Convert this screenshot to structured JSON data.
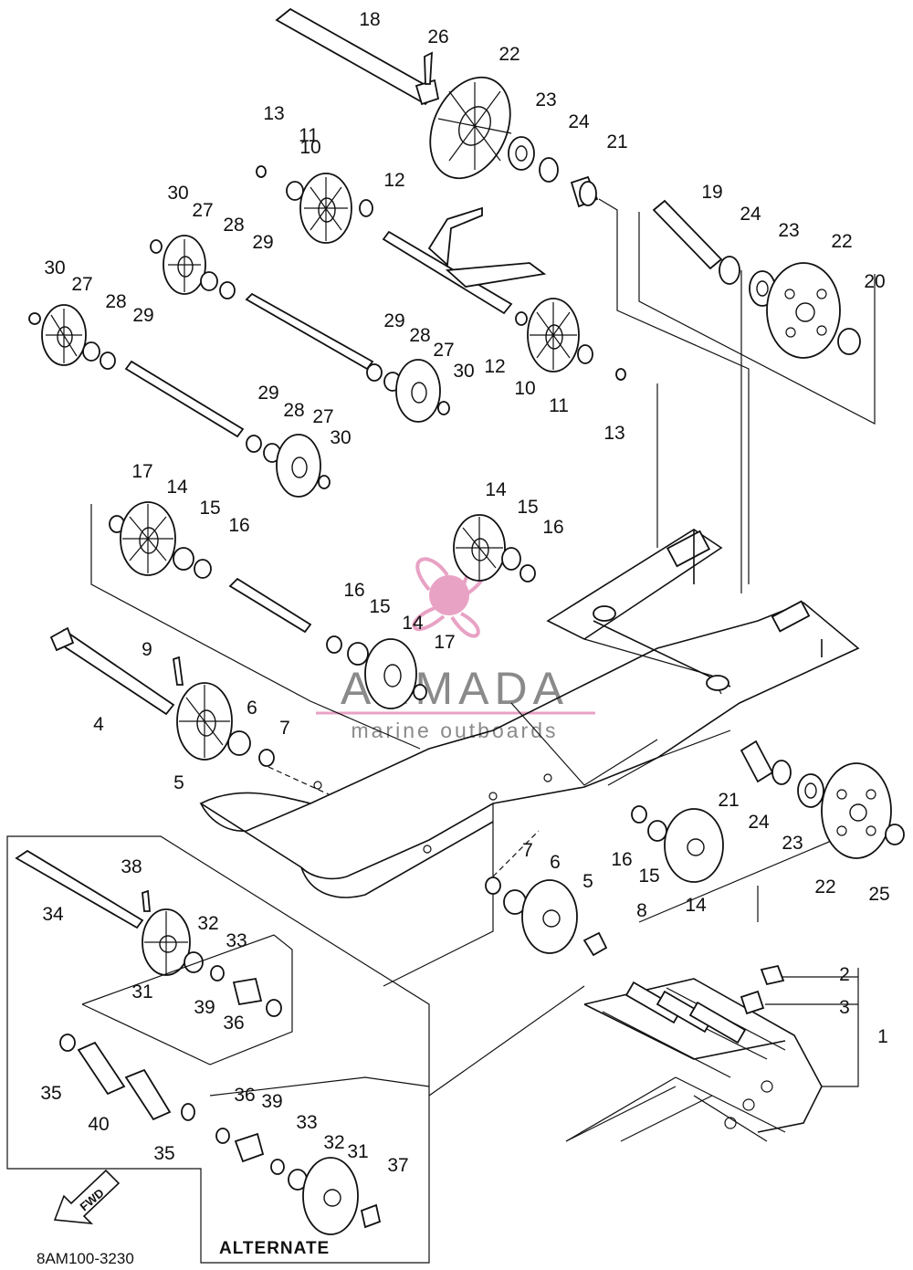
{
  "diagram": {
    "drawing_code": "8AM100-3230",
    "alternate_label": "ALTERNATE",
    "fwd_label": "FWD",
    "watermark": {
      "brand": "ARMADA",
      "tagline": "marine outboards",
      "accent_color": "#e8a2c4",
      "text_color": "#8a8a8a"
    },
    "callouts": [
      "18",
      "26",
      "22",
      "23",
      "24",
      "21",
      "13",
      "11",
      "10",
      "12",
      "30",
      "27",
      "28",
      "29",
      "30",
      "27",
      "28",
      "29",
      "29",
      "28",
      "27",
      "30",
      "12",
      "10",
      "11",
      "13",
      "29",
      "28",
      "27",
      "30",
      "19",
      "24",
      "23",
      "22",
      "20",
      "17",
      "14",
      "15",
      "16",
      "14",
      "15",
      "16",
      "16",
      "15",
      "14",
      "17",
      "9",
      "4",
      "6",
      "7",
      "5",
      "21",
      "24",
      "23",
      "22",
      "25",
      "16",
      "15",
      "14",
      "7",
      "6",
      "5",
      "8",
      "38",
      "34",
      "32",
      "33",
      "31",
      "39",
      "36",
      "2",
      "3",
      "1",
      "35",
      "40",
      "35",
      "36",
      "39",
      "33",
      "32",
      "31",
      "37"
    ]
  }
}
